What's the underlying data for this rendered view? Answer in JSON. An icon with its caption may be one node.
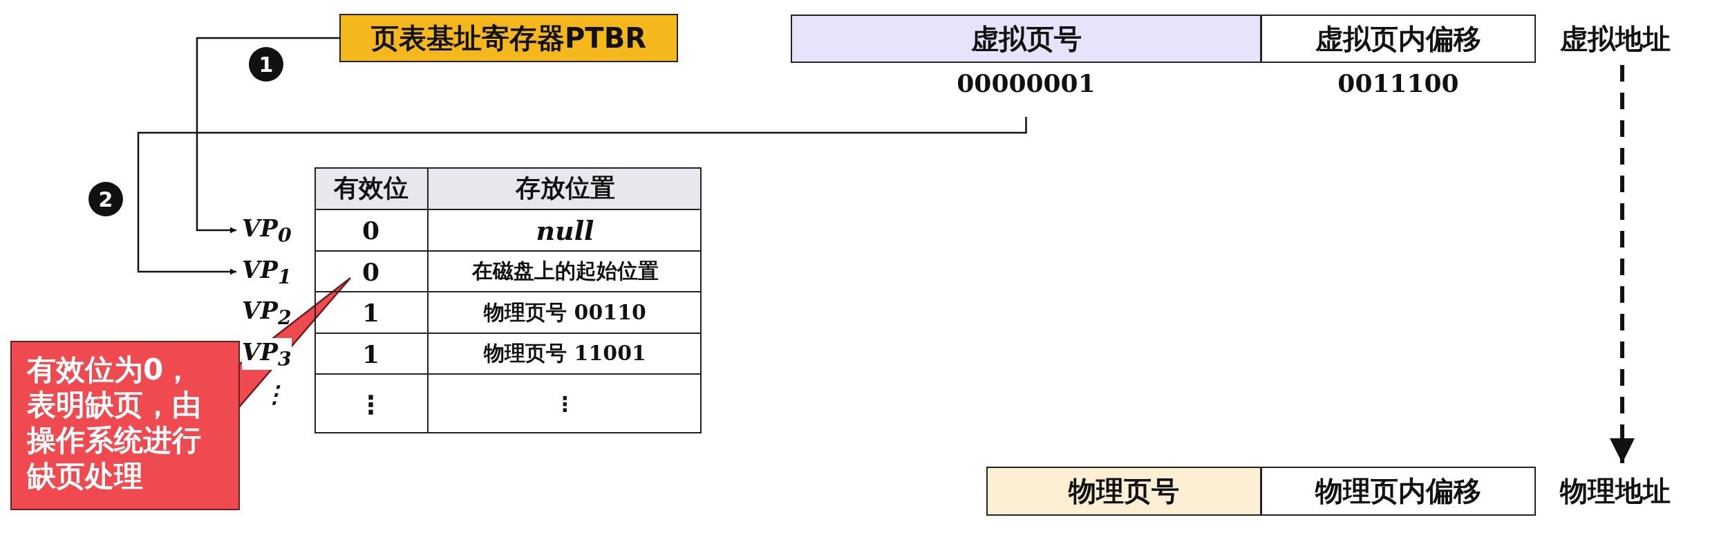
{
  "diagram": {
    "nodes": [
      {
        "text": [
          "页表基址寄存器PTBR"
        ]
      },
      {
        "text": [
          "VP$_{0}$"
        ]
      },
      {
        "text": [
          "VP$_{1}$"
        ]
      },
      {
        "text": [
          "虚拟页号"
        ],
        "beside": [
          "00000001"
        ]
      },
      {
        "text": [
          "虚拟页内偏移"
        ],
        "beside": [
          "0011100"
        ]
      },
      {
        "text": [
          "虚拟地址"
        ]
      },
      {
        "text": [
          "物理页号"
        ]
      },
      {
        "text": [
          "物理页内偏移"
        ]
      },
      {
        "text": [
          "物理地址"
        ]
      },
      {
        "text": [
          "有效位为0，表明缺页，由操作系统进行缺页处理"
        ]
      }
    ],
    "edges": [
      {
        "from": 0,
        "to": 1,
        "arrow": "to",
        "label": "1"
      },
      {
        "from": 3,
        "to": 2,
        "arrow": "to",
        "label": "2"
      },
      {
        "from": 5,
        "to": 8,
        "arrow": "to",
        "style": "dashed"
      },
      {
        "from": 9,
        "to": null,
        "arrow": "to"
      }
    ],
    "labels": [
      "VP$_{2}$",
      "VP$_{3}$",
      "⋮",
      "有效位",
      "存放位置",
      "0",
      "null",
      "0",
      "在磁盘上的起始位置",
      "1",
      "物理页号 00110",
      "1",
      "物理页号 11001",
      "⋮",
      "⋮"
    ]
  }
}
